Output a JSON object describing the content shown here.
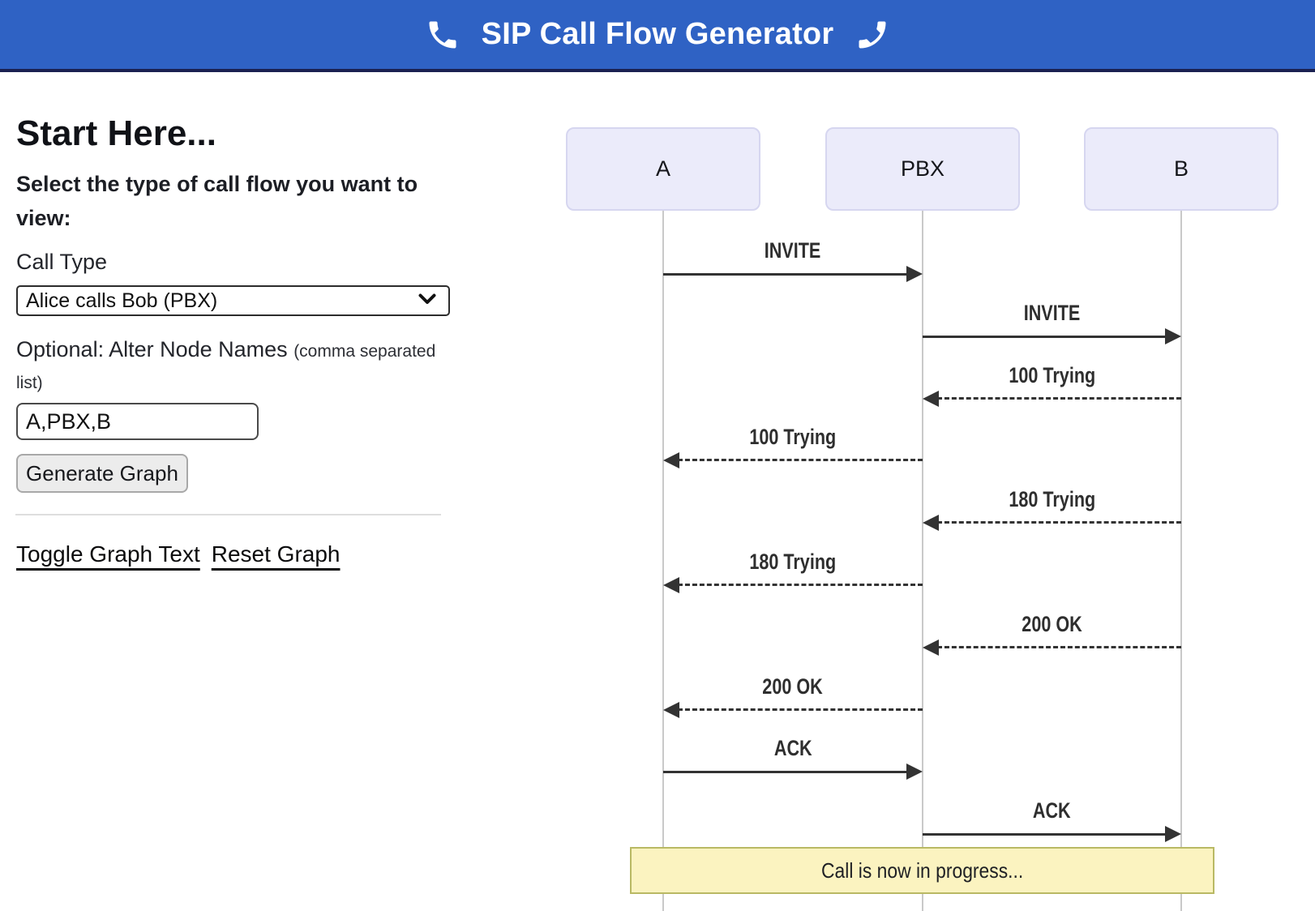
{
  "header": {
    "title": "SIP Call Flow Generator",
    "left_icon": "phone-icon",
    "right_icon": "phone-icon-mirrored"
  },
  "sidebar": {
    "heading": "Start Here...",
    "subtitle": "Select the type of call flow you want to view:",
    "call_type_label": "Call Type",
    "call_type_value": "Alice calls Bob (PBX)",
    "optional_label": "Optional: Alter Node Names",
    "optional_note": "(comma separated list)",
    "node_names_value": "A,PBX,B",
    "generate_button_label": "Generate Graph",
    "toggle_link_label": "Toggle Graph Text",
    "reset_link_label": "Reset Graph"
  },
  "diagram": {
    "nodes": [
      "A",
      "PBX",
      "B"
    ],
    "messages": [
      {
        "label": "INVITE",
        "from": "A",
        "to": "PBX",
        "line": "solid"
      },
      {
        "label": "INVITE",
        "from": "PBX",
        "to": "B",
        "line": "solid"
      },
      {
        "label": "100 Trying",
        "from": "B",
        "to": "PBX",
        "line": "dashed"
      },
      {
        "label": "100 Trying",
        "from": "PBX",
        "to": "A",
        "line": "dashed"
      },
      {
        "label": "180 Trying",
        "from": "B",
        "to": "PBX",
        "line": "dashed"
      },
      {
        "label": "180 Trying",
        "from": "PBX",
        "to": "A",
        "line": "dashed"
      },
      {
        "label": "200 OK",
        "from": "B",
        "to": "PBX",
        "line": "dashed"
      },
      {
        "label": "200 OK",
        "from": "PBX",
        "to": "A",
        "line": "dashed"
      },
      {
        "label": "ACK",
        "from": "A",
        "to": "PBX",
        "line": "solid"
      },
      {
        "label": "ACK",
        "from": "PBX",
        "to": "B",
        "line": "solid"
      }
    ],
    "note": "Call is now in progress..."
  },
  "colors": {
    "header_bg": "#2F62C4",
    "header_border": "#1B2151",
    "node_fill": "#EBEBFA",
    "node_border": "#D6D6F0",
    "lifeline": "#C9C9C9",
    "arrow": "#333333",
    "note_fill": "#FBF3C0",
    "note_border": "#B9B964"
  }
}
